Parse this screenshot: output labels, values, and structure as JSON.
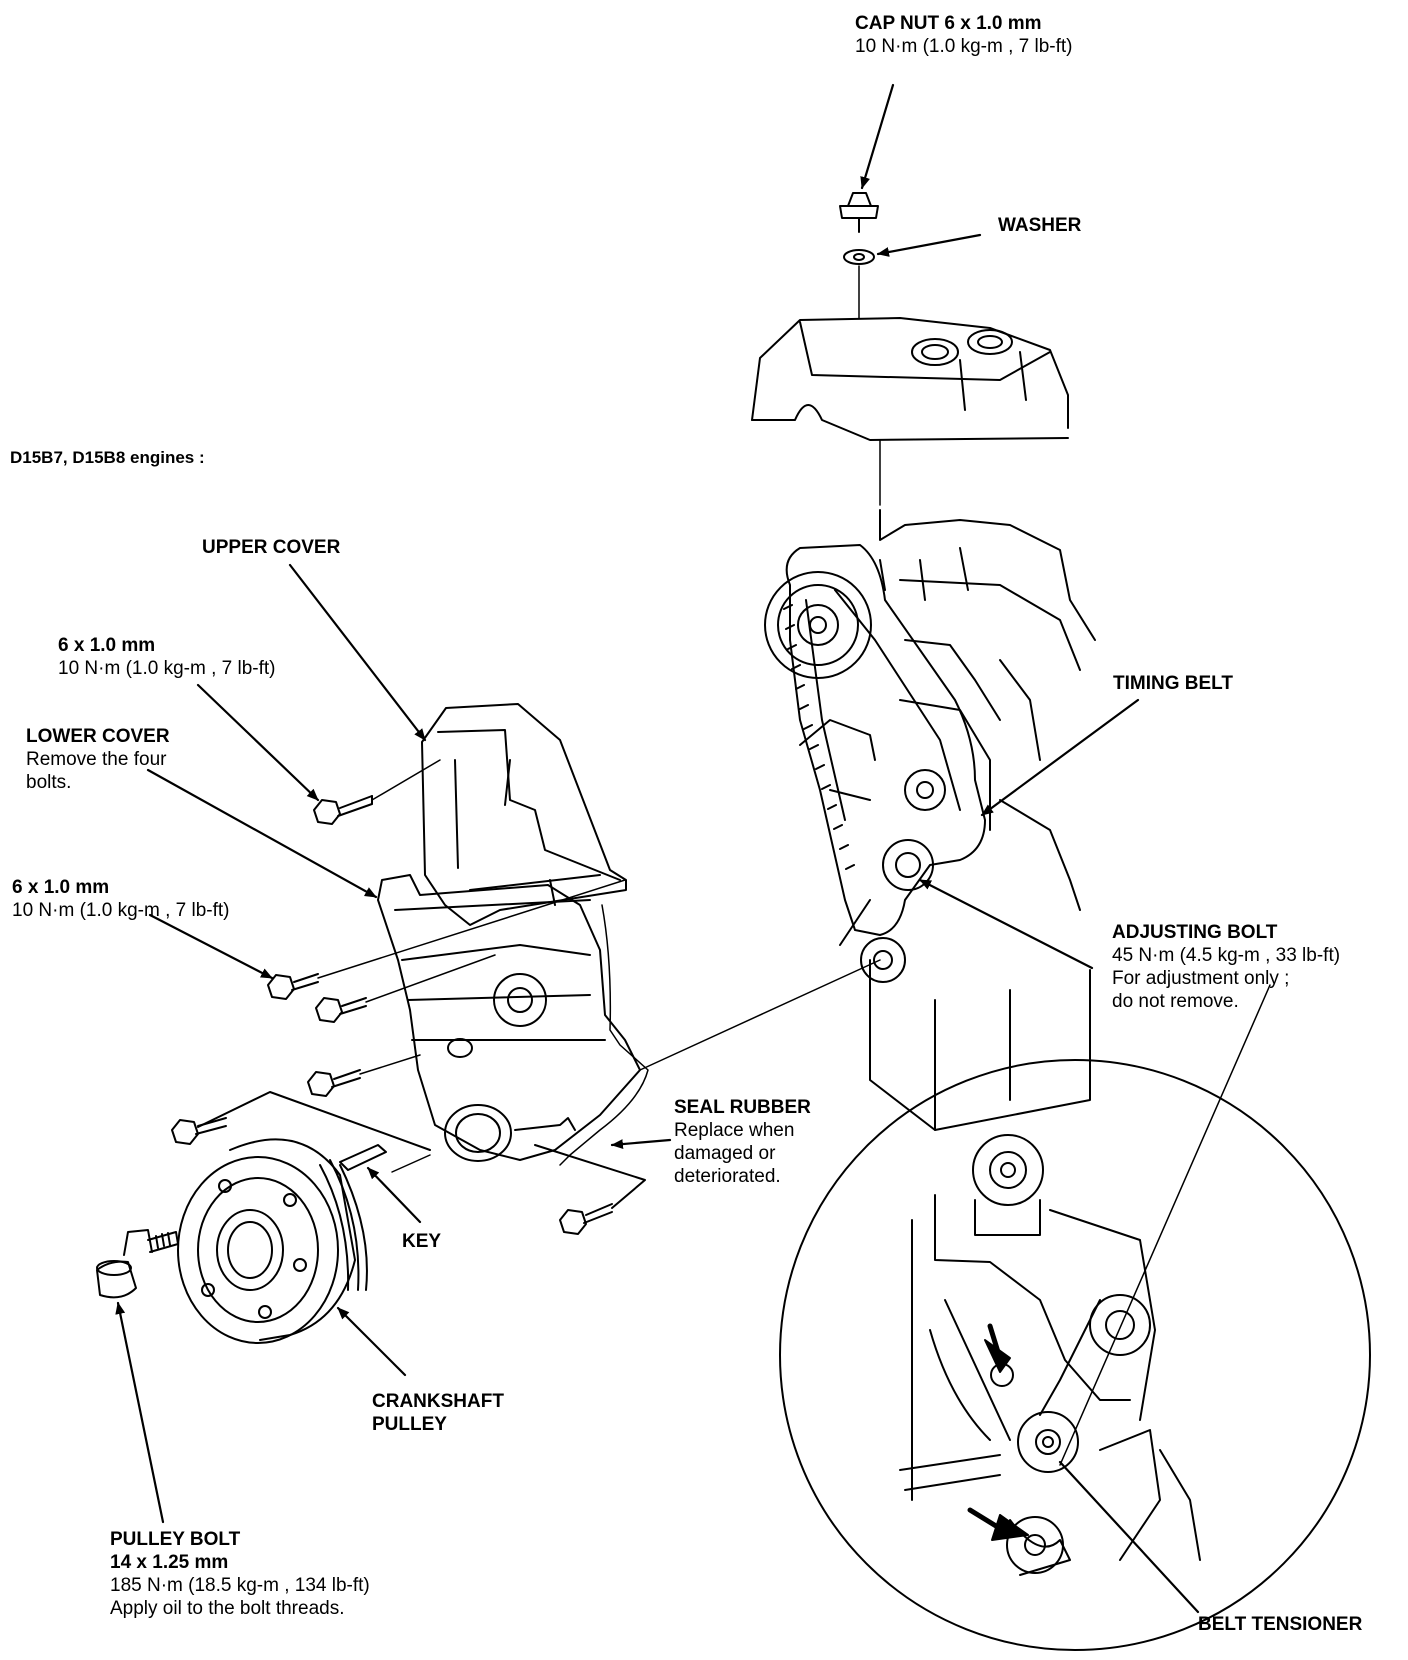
{
  "engine_note": "D15B7, D15B8 engines :",
  "callouts": {
    "cap_nut": {
      "title": "CAP NUT 6 x 1.0 mm",
      "torque": "10 N·m (1.0 kg-m , 7 lb-ft)"
    },
    "washer": {
      "title": "WASHER"
    },
    "upper_cover": {
      "title": "UPPER COVER"
    },
    "upper_bolt": {
      "size": "6 x 1.0 mm",
      "torque": "10 N·m (1.0 kg-m , 7 lb-ft)"
    },
    "lower_cover": {
      "title": "LOWER COVER",
      "note1": "Remove the four",
      "note2": "bolts."
    },
    "lower_bolt": {
      "size": "6 x 1.0 mm",
      "torque": "10 N·m (1.0 kg-m , 7 lb-ft)"
    },
    "timing_belt": {
      "title": "TIMING BELT"
    },
    "adjusting_bolt": {
      "title": "ADJUSTING BOLT",
      "torque": "45 N·m (4.5 kg-m , 33 lb-ft)",
      "note1": "For adjustment only ;",
      "note2": "do not remove."
    },
    "seal_rubber": {
      "title": "SEAL RUBBER",
      "note1": "Replace when",
      "note2": "damaged or",
      "note3": "deteriorated."
    },
    "key": {
      "title": "KEY"
    },
    "crankshaft_pulley": {
      "line1": "CRANKSHAFT",
      "line2": "PULLEY"
    },
    "pulley_bolt": {
      "title": "PULLEY BOLT",
      "size": "14 x 1.25 mm",
      "torque": "185 N·m (18.5 kg-m , 134 lb-ft)",
      "note": "Apply oil to the bolt threads."
    },
    "belt_tensioner": {
      "title": "BELT TENSIONER"
    }
  }
}
